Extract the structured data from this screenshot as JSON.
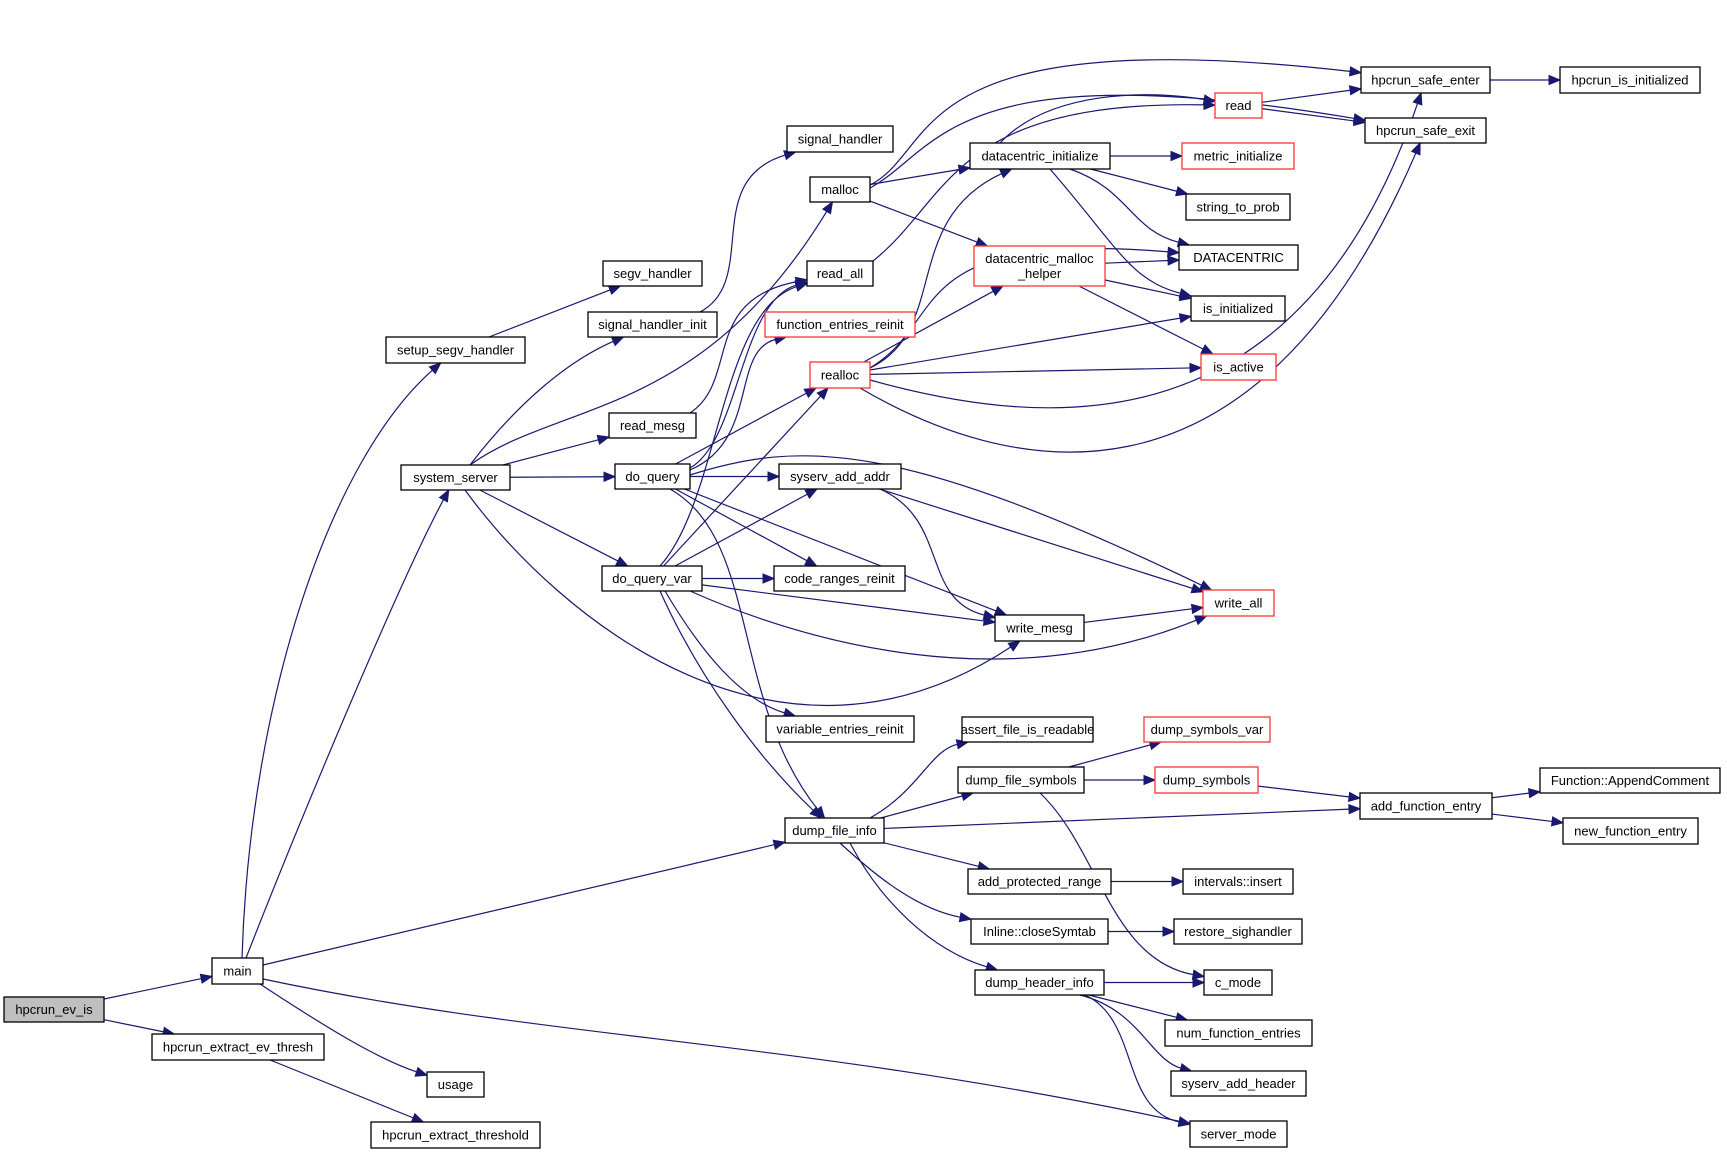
{
  "diagram": {
    "type": "call-graph",
    "colors": {
      "edge": "#191970",
      "root_fill": "#bfbfbf",
      "node_fill": "#ffffff",
      "node_border": "#000000",
      "truncated_border": "#ff3333"
    },
    "nodes": [
      {
        "id": "hpcrun_ev_is",
        "label": "hpcrun_ev_is",
        "root": true
      },
      {
        "id": "main",
        "label": "main"
      },
      {
        "id": "hpcrun_extract_ev_thresh",
        "label": "hpcrun_extract_ev_thresh"
      },
      {
        "id": "hpcrun_extract_threshold",
        "label": "hpcrun_extract_threshold"
      },
      {
        "id": "usage",
        "label": "usage"
      },
      {
        "id": "setup_segv_handler",
        "label": "setup_segv_handler"
      },
      {
        "id": "system_server",
        "label": "system_server"
      },
      {
        "id": "segv_handler",
        "label": "segv_handler"
      },
      {
        "id": "signal_handler_init",
        "label": "signal_handler_init"
      },
      {
        "id": "signal_handler",
        "label": "signal_handler"
      },
      {
        "id": "malloc",
        "label": "malloc"
      },
      {
        "id": "read_all",
        "label": "read_all"
      },
      {
        "id": "function_entries_reinit",
        "label": "function_entries_reinit",
        "truncated": true
      },
      {
        "id": "realloc",
        "label": "realloc",
        "truncated": true
      },
      {
        "id": "read_mesg",
        "label": "read_mesg"
      },
      {
        "id": "do_query",
        "label": "do_query"
      },
      {
        "id": "do_query_var",
        "label": "do_query_var"
      },
      {
        "id": "syserv_add_addr",
        "label": "syserv_add_addr"
      },
      {
        "id": "code_ranges_reinit",
        "label": "code_ranges_reinit"
      },
      {
        "id": "variable_entries_reinit",
        "label": "variable_entries_reinit"
      },
      {
        "id": "datacentric_initialize",
        "label": "datacentric_initialize"
      },
      {
        "id": "datacentric_malloc_helper",
        "label": "datacentric_malloc\n_helper",
        "truncated": true
      },
      {
        "id": "read",
        "label": "read",
        "truncated": true
      },
      {
        "id": "metric_initialize",
        "label": "metric_initialize",
        "truncated": true
      },
      {
        "id": "string_to_prob",
        "label": "string_to_prob"
      },
      {
        "id": "DATACENTRIC",
        "label": "DATACENTRIC"
      },
      {
        "id": "is_initialized",
        "label": "is_initialized"
      },
      {
        "id": "is_active",
        "label": "is_active",
        "truncated": true
      },
      {
        "id": "hpcrun_safe_enter",
        "label": "hpcrun_safe_enter"
      },
      {
        "id": "hpcrun_safe_exit",
        "label": "hpcrun_safe_exit"
      },
      {
        "id": "hpcrun_is_initialized",
        "label": "hpcrun_is_initialized"
      },
      {
        "id": "write_all",
        "label": "write_all",
        "truncated": true
      },
      {
        "id": "write_mesg",
        "label": "write_mesg"
      },
      {
        "id": "dump_file_info",
        "label": "dump_file_info"
      },
      {
        "id": "assert_file_is_readable",
        "label": "assert_file_is_readable"
      },
      {
        "id": "dump_file_symbols",
        "label": "dump_file_symbols"
      },
      {
        "id": "dump_symbols_var",
        "label": "dump_symbols_var",
        "truncated": true
      },
      {
        "id": "dump_symbols",
        "label": "dump_symbols",
        "truncated": true
      },
      {
        "id": "add_function_entry",
        "label": "add_function_entry"
      },
      {
        "id": "Function_AppendComment",
        "label": "Function::AppendComment"
      },
      {
        "id": "new_function_entry",
        "label": "new_function_entry"
      },
      {
        "id": "add_protected_range",
        "label": "add_protected_range"
      },
      {
        "id": "intervals_insert",
        "label": "intervals::insert"
      },
      {
        "id": "Inline_closeSymtab",
        "label": "Inline::closeSymtab"
      },
      {
        "id": "restore_sighandler",
        "label": "restore_sighandler"
      },
      {
        "id": "dump_header_info",
        "label": "dump_header_info"
      },
      {
        "id": "c_mode",
        "label": "c_mode"
      },
      {
        "id": "num_function_entries",
        "label": "num_function_entries"
      },
      {
        "id": "syserv_add_header",
        "label": "syserv_add_header"
      },
      {
        "id": "server_mode",
        "label": "server_mode"
      }
    ],
    "edges": [
      [
        "hpcrun_ev_is",
        "main"
      ],
      [
        "hpcrun_ev_is",
        "hpcrun_extract_ev_thresh"
      ],
      [
        "hpcrun_extract_ev_thresh",
        "hpcrun_extract_threshold"
      ],
      [
        "main",
        "setup_segv_handler"
      ],
      [
        "main",
        "system_server"
      ],
      [
        "main",
        "dump_file_info"
      ],
      [
        "main",
        "usage"
      ],
      [
        "main",
        "server_mode"
      ],
      [
        "setup_segv_handler",
        "segv_handler"
      ],
      [
        "system_server",
        "signal_handler_init"
      ],
      [
        "system_server",
        "malloc"
      ],
      [
        "system_server",
        "read_mesg"
      ],
      [
        "system_server",
        "do_query"
      ],
      [
        "system_server",
        "do_query_var"
      ],
      [
        "system_server",
        "write_mesg"
      ],
      [
        "signal_handler_init",
        "signal_handler"
      ],
      [
        "read_mesg",
        "read_all"
      ],
      [
        "do_query",
        "read_all"
      ],
      [
        "do_query",
        "function_entries_reinit"
      ],
      [
        "do_query",
        "realloc"
      ],
      [
        "do_query",
        "syserv_add_addr"
      ],
      [
        "do_query",
        "code_ranges_reinit"
      ],
      [
        "do_query",
        "write_mesg"
      ],
      [
        "do_query",
        "write_all"
      ],
      [
        "do_query",
        "dump_file_info"
      ],
      [
        "do_query_var",
        "read_all"
      ],
      [
        "do_query_var",
        "realloc"
      ],
      [
        "do_query_var",
        "syserv_add_addr"
      ],
      [
        "do_query_var",
        "code_ranges_reinit"
      ],
      [
        "do_query_var",
        "write_mesg"
      ],
      [
        "do_query_var",
        "write_all"
      ],
      [
        "do_query_var",
        "variable_entries_reinit"
      ],
      [
        "do_query_var",
        "dump_file_info"
      ],
      [
        "malloc",
        "datacentric_initialize"
      ],
      [
        "malloc",
        "datacentric_malloc_helper"
      ],
      [
        "malloc",
        "hpcrun_safe_enter"
      ],
      [
        "malloc",
        "hpcrun_safe_exit"
      ],
      [
        "read_all",
        "read"
      ],
      [
        "realloc",
        "datacentric_initialize"
      ],
      [
        "realloc",
        "datacentric_malloc_helper"
      ],
      [
        "realloc",
        "DATACENTRIC"
      ],
      [
        "realloc",
        "is_initialized"
      ],
      [
        "realloc",
        "is_active"
      ],
      [
        "realloc",
        "hpcrun_safe_enter"
      ],
      [
        "realloc",
        "hpcrun_safe_exit"
      ],
      [
        "datacentric_initialize",
        "read"
      ],
      [
        "datacentric_initialize",
        "metric_initialize"
      ],
      [
        "datacentric_initialize",
        "string_to_prob"
      ],
      [
        "datacentric_initialize",
        "DATACENTRIC"
      ],
      [
        "datacentric_initialize",
        "is_initialized"
      ],
      [
        "datacentric_malloc_helper",
        "DATACENTRIC"
      ],
      [
        "datacentric_malloc_helper",
        "is_initialized"
      ],
      [
        "datacentric_malloc_helper",
        "is_active"
      ],
      [
        "read",
        "hpcrun_safe_enter"
      ],
      [
        "read",
        "hpcrun_safe_exit"
      ],
      [
        "hpcrun_safe_enter",
        "hpcrun_is_initialized"
      ],
      [
        "syserv_add_addr",
        "write_mesg"
      ],
      [
        "syserv_add_addr",
        "write_all"
      ],
      [
        "write_mesg",
        "write_all"
      ],
      [
        "dump_file_info",
        "assert_file_is_readable"
      ],
      [
        "dump_file_info",
        "dump_file_symbols"
      ],
      [
        "dump_file_info",
        "add_function_entry"
      ],
      [
        "dump_file_info",
        "add_protected_range"
      ],
      [
        "dump_file_info",
        "Inline_closeSymtab"
      ],
      [
        "dump_file_info",
        "dump_header_info"
      ],
      [
        "dump_file_symbols",
        "dump_symbols_var"
      ],
      [
        "dump_file_symbols",
        "dump_symbols"
      ],
      [
        "dump_file_symbols",
        "c_mode"
      ],
      [
        "dump_symbols",
        "add_function_entry"
      ],
      [
        "add_function_entry",
        "Function_AppendComment"
      ],
      [
        "add_function_entry",
        "new_function_entry"
      ],
      [
        "add_protected_range",
        "intervals_insert"
      ],
      [
        "Inline_closeSymtab",
        "restore_sighandler"
      ],
      [
        "dump_header_info",
        "c_mode"
      ],
      [
        "dump_header_info",
        "num_function_entries"
      ],
      [
        "dump_header_info",
        "syserv_add_header"
      ],
      [
        "dump_header_info",
        "server_mode"
      ]
    ]
  }
}
